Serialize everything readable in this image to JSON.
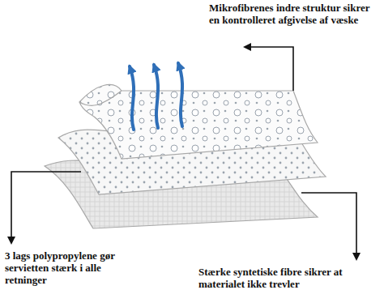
{
  "diagram": {
    "labels": [
      "Mikrofibrenes indre struktur sikrer en kontrolleret afgivelse af væske",
      "3 lags polypropylene gør servietten stærk i alle retninger",
      "Stærke syntetiske fibre sikrer at materialet ikke trevler"
    ]
  }
}
